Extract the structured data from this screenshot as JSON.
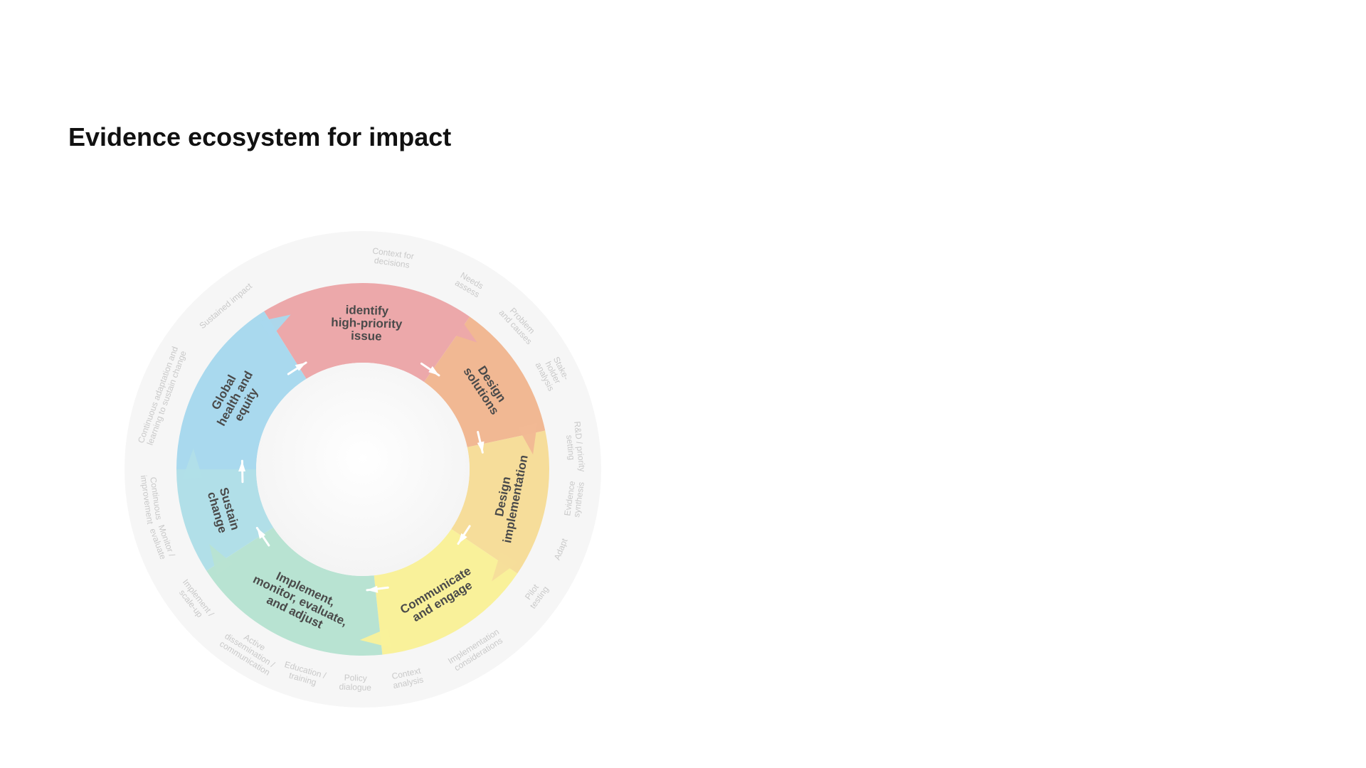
{
  "title": "Evidence ecosystem for impact",
  "colors": {
    "identify": "#eca8aa",
    "design_solutions": "#f1b893",
    "design_impl": "#f6dd9a",
    "communicate": "#f9f19a",
    "implement": "#b8e3d2",
    "sustain": "#b1dfe8",
    "global": "#a9d9ee",
    "outer_ring": "#f6f6f6",
    "center": "#f3f3f3"
  },
  "segments": [
    {
      "id": "identify",
      "lines": [
        "identify",
        "high-priority",
        "issue"
      ]
    },
    {
      "id": "design_solutions",
      "lines": [
        "Design",
        "solutions"
      ]
    },
    {
      "id": "design_impl",
      "lines": [
        "Design",
        "implementation"
      ]
    },
    {
      "id": "communicate",
      "lines": [
        "Communicate",
        "and engage"
      ]
    },
    {
      "id": "implement",
      "lines": [
        "Implement,",
        "monitor, evaluate,",
        "and adjust"
      ]
    },
    {
      "id": "sustain",
      "lines": [
        "Sustain",
        "change"
      ]
    },
    {
      "id": "global",
      "lines": [
        "Global",
        "health and",
        "equity"
      ]
    }
  ],
  "outer_labels": [
    {
      "lines": [
        "Context for",
        "decisions"
      ]
    },
    {
      "lines": [
        "Needs",
        "assess"
      ]
    },
    {
      "lines": [
        "Problem",
        "and causes"
      ]
    },
    {
      "lines": [
        "Stake-",
        "holder",
        "analysis"
      ]
    },
    {
      "lines": [
        "R&D / priority",
        "setting"
      ]
    },
    {
      "lines": [
        "Evidence",
        "synthesis"
      ]
    },
    {
      "lines": [
        "Adapt"
      ]
    },
    {
      "lines": [
        "Pilot",
        "testing"
      ]
    },
    {
      "lines": [
        "Implementation",
        "considerations"
      ]
    },
    {
      "lines": [
        "Context",
        "analysis"
      ]
    },
    {
      "lines": [
        "Policy",
        "dialogue"
      ]
    },
    {
      "lines": [
        "Education /",
        "training"
      ]
    },
    {
      "lines": [
        "Active",
        "dissemination /",
        "communication"
      ]
    },
    {
      "lines": [
        "Implement /",
        "scale-up"
      ]
    },
    {
      "lines": [
        "Monitor /",
        "evaluate"
      ]
    },
    {
      "lines": [
        "Continuous",
        "improvement"
      ]
    },
    {
      "lines": [
        "Continuous adaptation and",
        "learning to sustain change"
      ]
    },
    {
      "lines": [
        "Sustained impact"
      ]
    }
  ]
}
